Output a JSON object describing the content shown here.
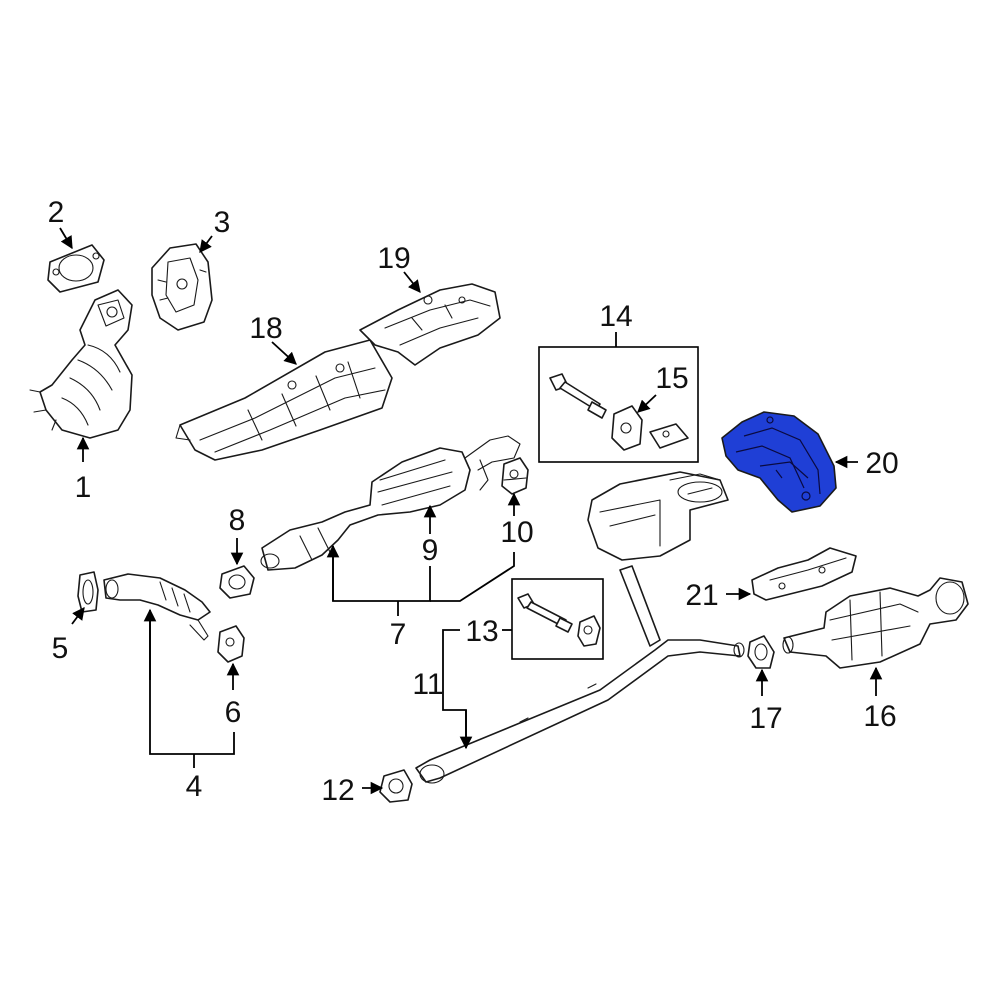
{
  "diagram": {
    "highlight_color": "#1f3fd6",
    "callouts": [
      {
        "id": "1",
        "text": "1"
      },
      {
        "id": "2",
        "text": "2"
      },
      {
        "id": "3",
        "text": "3"
      },
      {
        "id": "4",
        "text": "4"
      },
      {
        "id": "5",
        "text": "5"
      },
      {
        "id": "6",
        "text": "6"
      },
      {
        "id": "7",
        "text": "7"
      },
      {
        "id": "8",
        "text": "8"
      },
      {
        "id": "9",
        "text": "9"
      },
      {
        "id": "10",
        "text": "10"
      },
      {
        "id": "11",
        "text": "11"
      },
      {
        "id": "12",
        "text": "12"
      },
      {
        "id": "13",
        "text": "13"
      },
      {
        "id": "14",
        "text": "14"
      },
      {
        "id": "15",
        "text": "15"
      },
      {
        "id": "16",
        "text": "16"
      },
      {
        "id": "17",
        "text": "17"
      },
      {
        "id": "18",
        "text": "18"
      },
      {
        "id": "19",
        "text": "19"
      },
      {
        "id": "20",
        "text": "20"
      },
      {
        "id": "21",
        "text": "21"
      }
    ]
  }
}
